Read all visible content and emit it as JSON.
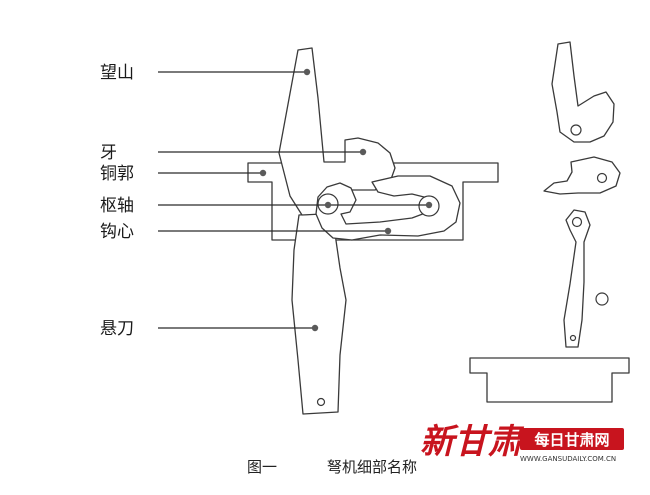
{
  "labels": {
    "wangshan": "望山",
    "ya": "牙",
    "tongguo": "铜郭",
    "shuzhou": "枢轴",
    "gouxin": "钩心",
    "xuandao": "悬刀"
  },
  "caption": {
    "number": "图一",
    "title": "弩机细部名称"
  },
  "watermark": {
    "brand": "新甘肃",
    "box_text": "每日甘肃网",
    "url": "WWW.GANSUDAILY.COM.CN"
  },
  "colors": {
    "line": "#3a3a3a",
    "watermark_red": "#c8141e"
  }
}
